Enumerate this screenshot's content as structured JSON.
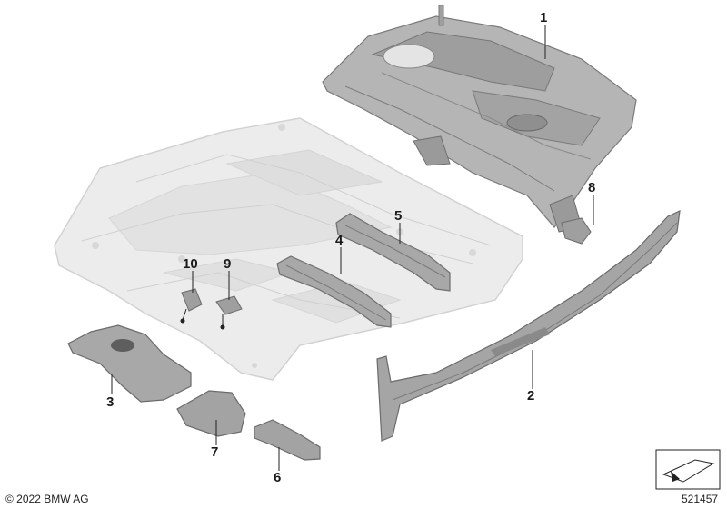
{
  "callouts": [
    "1",
    "2",
    "3",
    "4",
    "5",
    "6",
    "7",
    "8",
    "9",
    "10"
  ],
  "footer": {
    "copyright": "© 2022 BMW AG",
    "diagram_id": "521457"
  },
  "colors": {
    "floor": "#e9e9e9",
    "floor_edge": "#cfcfcf",
    "part": "#a9a9a9",
    "part_dark": "#6e6e6e",
    "part_light": "#c4c4c4",
    "line": "#222222"
  }
}
